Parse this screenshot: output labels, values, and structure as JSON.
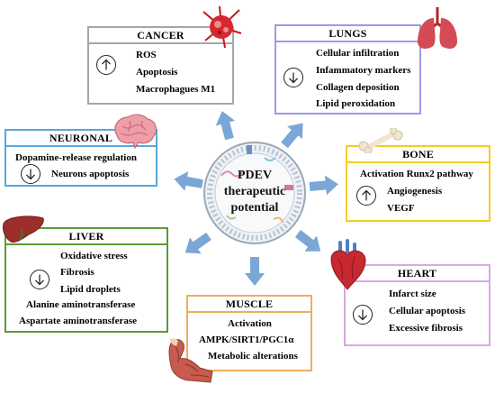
{
  "center": {
    "line1": "PDEV",
    "line2": "therapeutic",
    "line3": "potential"
  },
  "boxes": {
    "cancer": {
      "title": "CANCER",
      "direction": "up",
      "items": [
        "ROS",
        "Apoptosis",
        "Macrophagues M1"
      ]
    },
    "lungs": {
      "title": "LUNGS",
      "direction": "down",
      "items": [
        "Cellular infiltration",
        "Infammatory markers",
        "Collagen deposition",
        "Lipid peroxidation"
      ]
    },
    "neuronal": {
      "title": "NEURONAL",
      "direction": "down",
      "items": [
        "Dopamine-release regulation",
        "Neurons apoptosis"
      ]
    },
    "bone": {
      "title": "BONE",
      "direction": "up",
      "items": [
        "Activation Runx2 pathway",
        "Angiogenesis",
        "VEGF"
      ]
    },
    "liver": {
      "title": "LIVER",
      "direction": "down",
      "items": [
        "Oxidative stress",
        "Fibrosis",
        "Lipid droplets",
        "Alanine aminotransferase",
        "Aspartate aminotransferase"
      ]
    },
    "muscle": {
      "title": "MUSCLE",
      "items": [
        "Activation",
        "AMPK/SIRT1/PGC1α",
        "Metabolic alterations"
      ]
    },
    "heart": {
      "title": "HEART",
      "direction": "down",
      "items": [
        "Infarct size",
        "Cellular apoptosis",
        "Excessive fibrosis"
      ]
    }
  },
  "colors": {
    "cancer": "#a6a6a6",
    "lungs": "#9a9ae8",
    "neuronal": "#55a8dc",
    "bone": "#f5cc1f",
    "liver": "#5d9a38",
    "muscle": "#eaaf5c",
    "heart": "#dba6e6",
    "arrow": "#7ba7d6"
  },
  "icons": [
    "cancer-cell-icon",
    "lungs-icon",
    "brain-icon",
    "bone-icon",
    "liver-icon",
    "muscle-arm-icon",
    "heart-icon",
    "up-arrow-icon",
    "down-arrow-icon",
    "vesicle-icon"
  ]
}
